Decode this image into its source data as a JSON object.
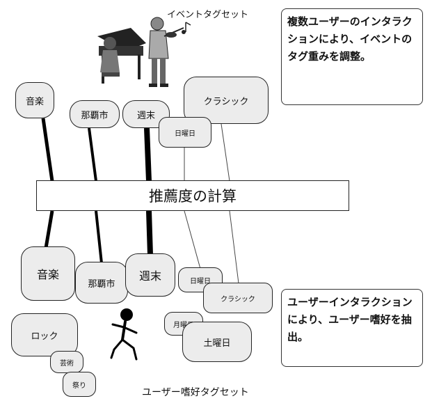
{
  "labels": {
    "event_tag_set": "イベントタグセット",
    "user_tag_set": "ユーザー嗜好タグセット",
    "calc": "推薦度の計算"
  },
  "notes": {
    "top": "複数ユーザーのインタラクションにより、イベントのタグ重みを調整。",
    "bottom": "ユーザーインタラクションにより、ユーザー嗜好を抽出。"
  },
  "event_tags": {
    "music": "音楽",
    "naha": "那覇市",
    "weekend": "週末",
    "sunday": "日曜日",
    "classic": "クラシック"
  },
  "user_tags": {
    "music": "音楽",
    "naha": "那覇市",
    "weekend": "週末",
    "sunday": "日曜日",
    "classic": "クラシック",
    "rock": "ロック",
    "art": "芸術",
    "monday": "月曜日",
    "saturday": "土曜日",
    "festival": "祭り"
  },
  "icons": {
    "musicians": "musicians-illustration",
    "user": "running-person-icon"
  }
}
